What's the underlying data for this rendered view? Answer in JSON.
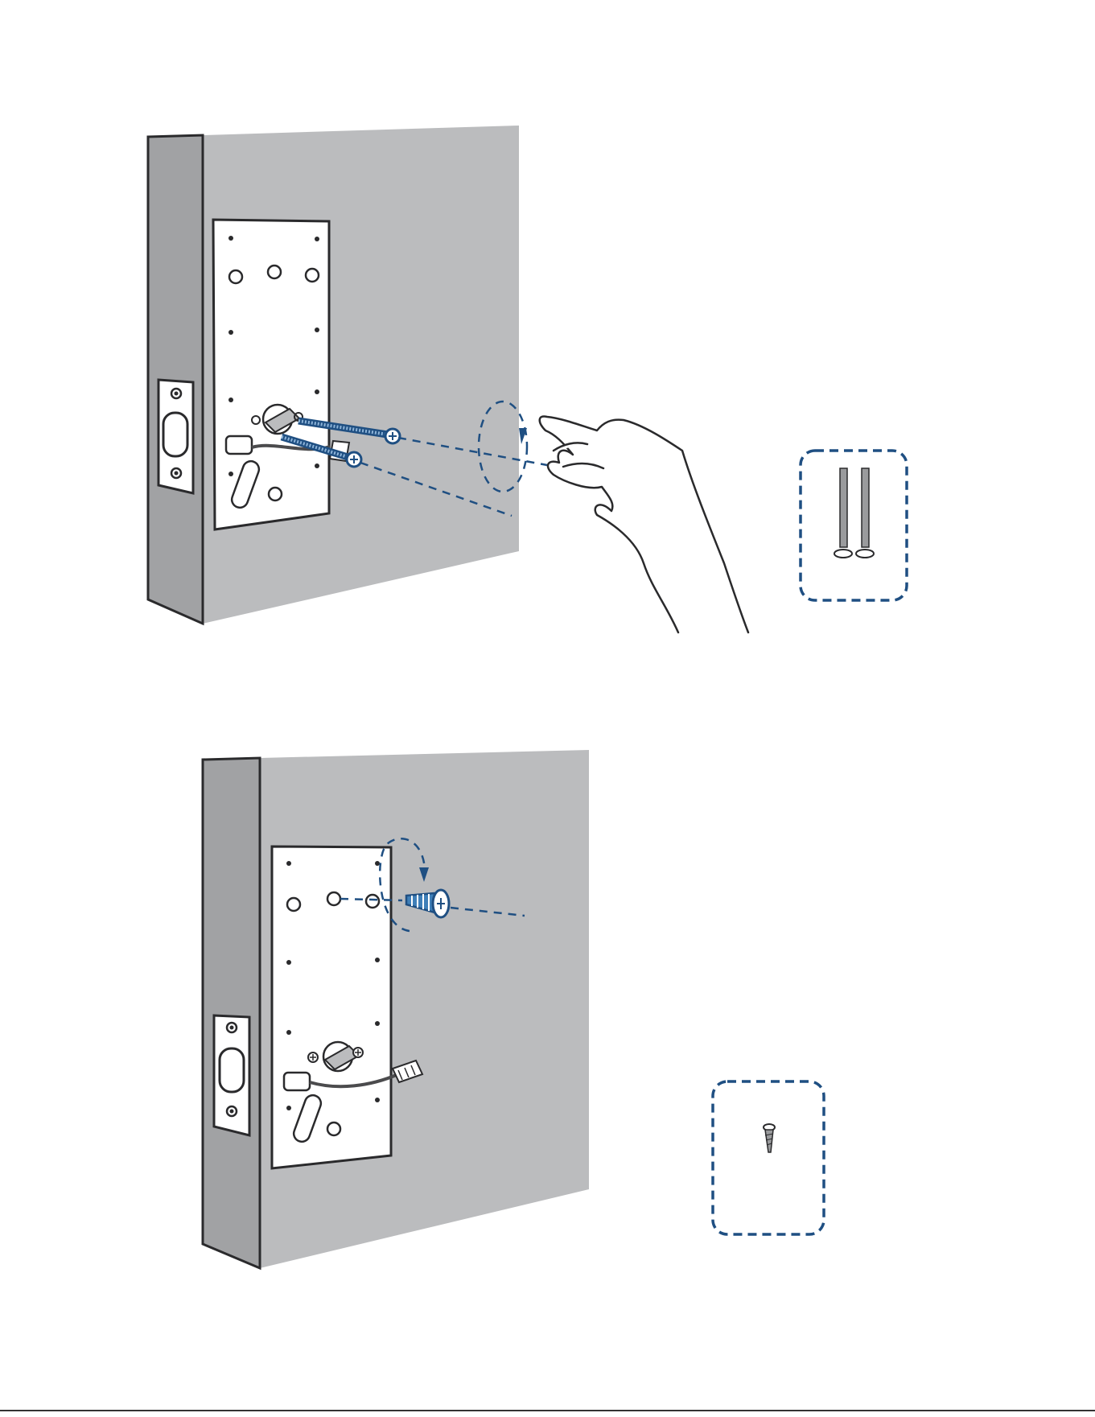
{
  "colors": {
    "door_face": "#bbbcbe",
    "door_edge": "#a1a2a4",
    "outline": "#2a2a2c",
    "plate": "#ffffff",
    "accent_blue": "#1f4f82",
    "screw_blue": "#3f7fb8"
  },
  "steps": [
    {
      "id": "step-1",
      "parts_box_icon": "long-machine-screws-icon",
      "parts_count": 2,
      "action": "hand-tightening-two-screws-into-mounting-plate"
    },
    {
      "id": "step-2",
      "parts_box_icon": "wood-screw-icon",
      "parts_count": 1,
      "action": "driving-screw-into-mounting-plate-top-hole"
    }
  ],
  "footer": {
    "text": ""
  }
}
